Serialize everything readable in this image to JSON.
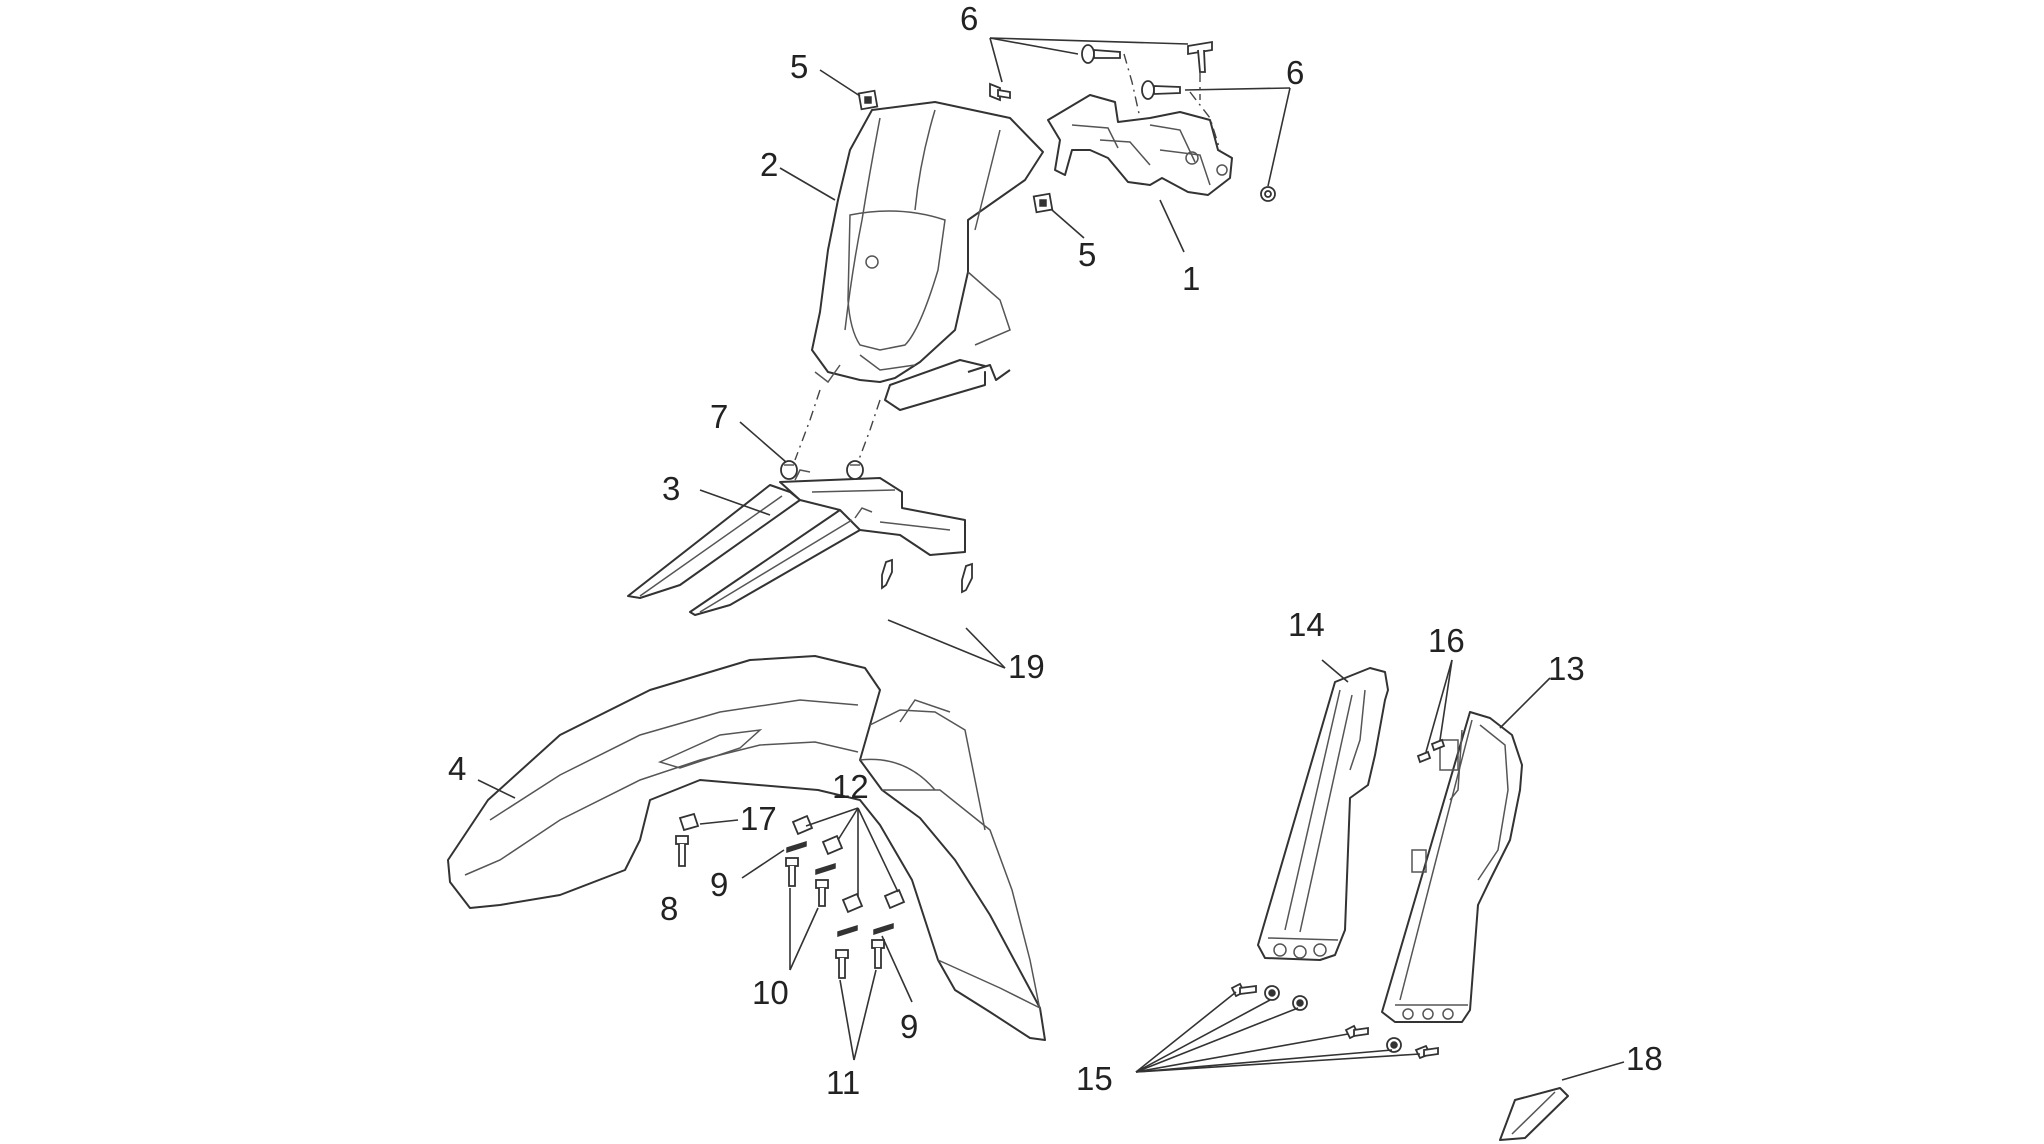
{
  "diagram": {
    "callouts": {
      "p1": "1",
      "p2": "2",
      "p3": "3",
      "p4": "4",
      "p5": "5",
      "p6": "6",
      "p7": "7",
      "p8": "8",
      "p9": "9",
      "p10": "10",
      "p11": "11",
      "p12": "12",
      "p13": "13",
      "p14": "14",
      "p15": "15",
      "p16": "16",
      "p17": "17",
      "p18": "18",
      "p19": "19"
    }
  }
}
